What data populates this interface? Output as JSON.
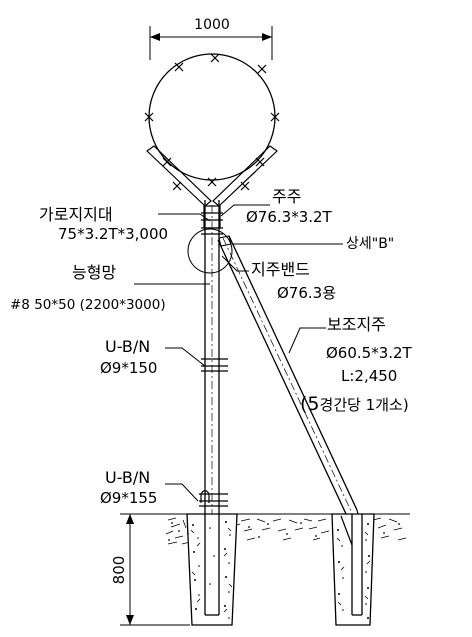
{
  "dimensions": {
    "top_width": "1000",
    "footing_depth": "800"
  },
  "labels": {
    "crossarm_name": "가로지지대",
    "crossarm_spec": "75*3.2T*3,000",
    "main_post_name": "주주",
    "main_post_spec": "Ø76.3*3.2T",
    "detail_ref": "상세\"B\"",
    "post_band_name": "지주밴드",
    "post_band_spec": "Ø76.3용",
    "mesh_name": "능형망",
    "mesh_spec": "#8 50*50 (2200*3000)",
    "brace_name": "보조지주",
    "brace_spec": "Ø60.5*3.2T",
    "brace_length": "L:2,450",
    "brace_note_open": "(",
    "brace_note_num": "5",
    "brace_note_text": "경간당 1개소)",
    "ubolt_upper_name": "U-B/N",
    "ubolt_upper_spec": "Ø9*150",
    "ubolt_lower_name": "U-B/N",
    "ubolt_lower_spec": "Ø9*155"
  }
}
